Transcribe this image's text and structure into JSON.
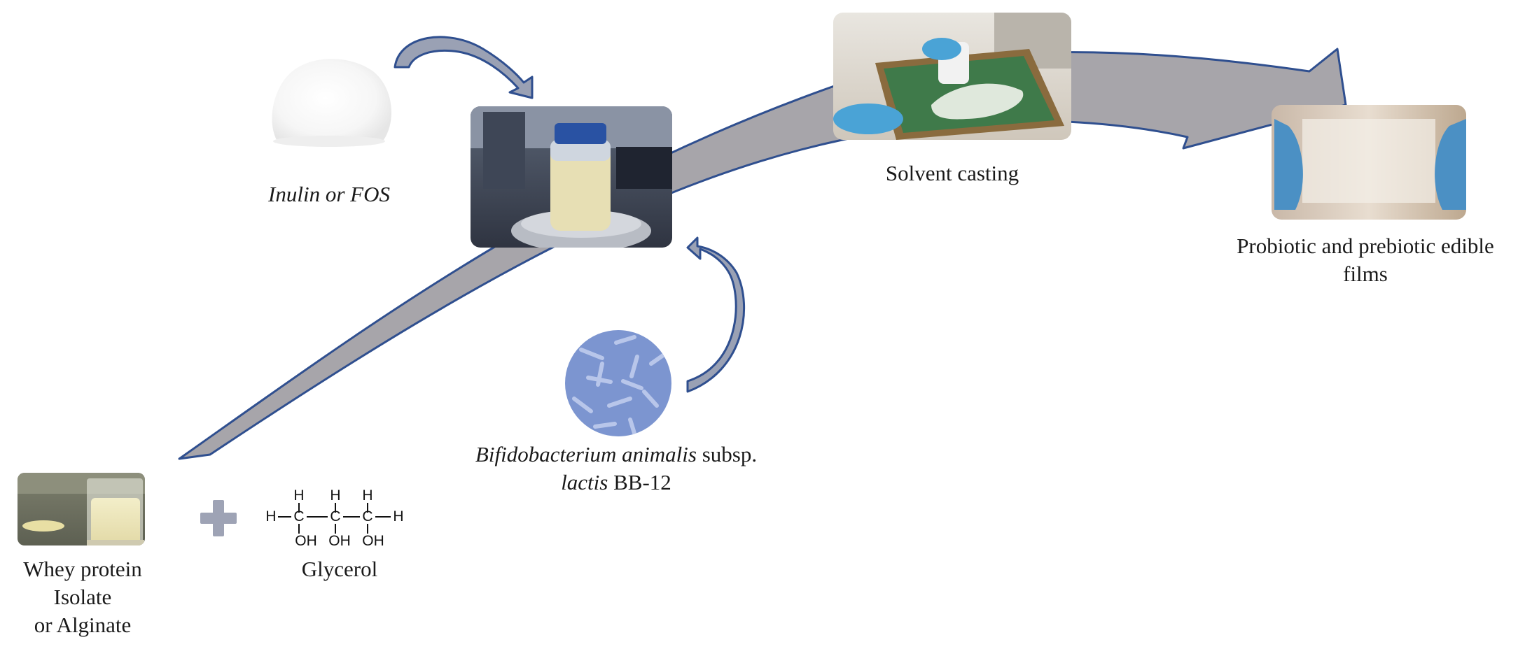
{
  "labels": {
    "whey": [
      "Whey protein",
      "Isolate",
      "or Alginate"
    ],
    "glycerol": "Glycerol",
    "inulin": "Inulin or FOS",
    "bacteria_line1_italic": "Bifidobacterium animalis",
    "bacteria_line1_plain": " subsp.",
    "bacteria_line2_italic": "lactis",
    "bacteria_line2_plain": " BB-12",
    "casting": "Solvent casting",
    "films": [
      "Probiotic and prebiotic edible",
      "films"
    ]
  },
  "glycerol_structure": {
    "top_h": [
      "H",
      "H",
      "H"
    ],
    "chain_left_h": "H",
    "carbons": [
      "C",
      "C",
      "C"
    ],
    "chain_right_h": "H",
    "hydroxyls": [
      "OH",
      "OH",
      "OH"
    ]
  },
  "colors": {
    "arrow_fill": "#a7a5aa",
    "arrow_stroke": "#2f4f8f",
    "plus": "#9ea3b5",
    "bacteria_disc": "#7c95d0",
    "curved_arrow_fill": "#9aa1b4"
  }
}
